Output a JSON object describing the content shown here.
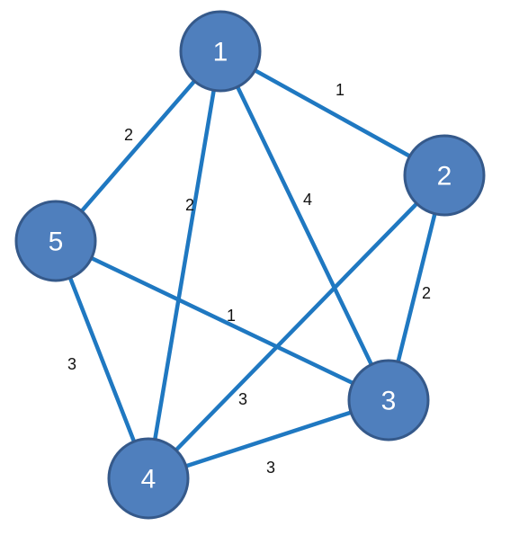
{
  "nodes": [
    {
      "id": "1",
      "label": "1"
    },
    {
      "id": "2",
      "label": "2"
    },
    {
      "id": "3",
      "label": "3"
    },
    {
      "id": "4",
      "label": "4"
    },
    {
      "id": "5",
      "label": "5"
    }
  ],
  "edges": [
    {
      "from": "1",
      "to": "2",
      "weight": "1"
    },
    {
      "from": "1",
      "to": "5",
      "weight": "2"
    },
    {
      "from": "1",
      "to": "4",
      "weight": "2"
    },
    {
      "from": "1",
      "to": "3",
      "weight": "4"
    },
    {
      "from": "2",
      "to": "3",
      "weight": "2"
    },
    {
      "from": "2",
      "to": "4",
      "weight": "3"
    },
    {
      "from": "5",
      "to": "3",
      "weight": "1"
    },
    {
      "from": "5",
      "to": "4",
      "weight": "3"
    },
    {
      "from": "4",
      "to": "3",
      "weight": "3"
    }
  ],
  "colors": {
    "edge": "#1f78c1",
    "node_fill": "#4f7fbd",
    "node_border": "#35598a",
    "node_text": "#ffffff",
    "weight_text": "#111111"
  }
}
